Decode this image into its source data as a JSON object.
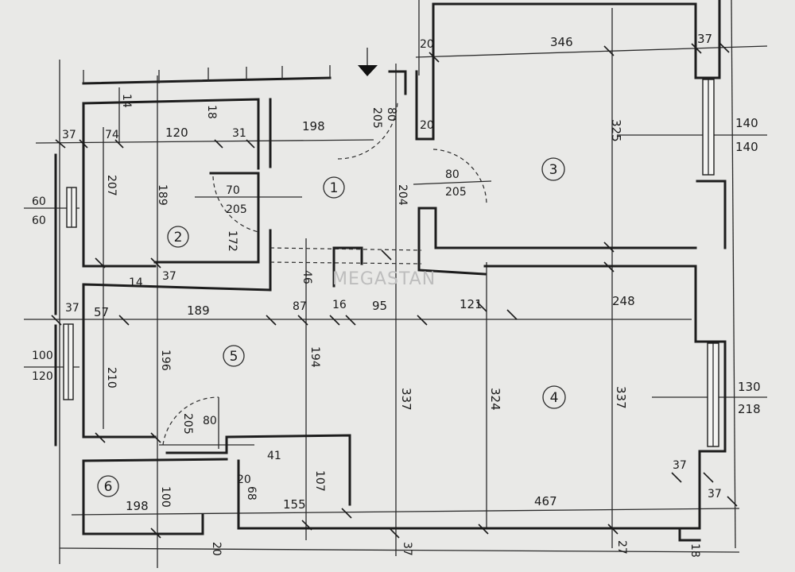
{
  "watermark": "MEGASTAN",
  "rooms": [
    "1",
    "2",
    "3",
    "4",
    "5",
    "6"
  ],
  "dimensions": {
    "d_346": "346",
    "d_37_tr": "37",
    "d_20_a": "20",
    "d_20_b": "20",
    "d_325": "325",
    "d_140_a": "140",
    "d_140_b": "140",
    "d_37_l": "37",
    "d_74": "74",
    "d_120": "120",
    "d_31": "31",
    "d_198_top": "198",
    "d_205_door1": "205",
    "d_80_door1": "80",
    "d_207": "207",
    "d_189_v": "189",
    "d_60_a": "60",
    "d_60_b": "60",
    "d_70": "70",
    "d_205_door2": "205",
    "d_172": "172",
    "d_80_door3": "80",
    "d_205_door3": "205",
    "d_204": "204",
    "d_14": "14",
    "d_37_mid": "37",
    "d_46": "46",
    "d_37_row": "37",
    "d_57": "57",
    "d_189_h": "189",
    "d_87": "87",
    "d_16": "16",
    "d_95": "95",
    "d_121": "121",
    "d_248": "248",
    "d_100": "100",
    "d_120_w": "120",
    "d_210": "210",
    "d_196": "196",
    "d_194": "194",
    "d_337_a": "337",
    "d_324": "324",
    "d_337_b": "337",
    "d_130": "130",
    "d_218": "218",
    "d_80_door5": "80",
    "d_205_door5": "205",
    "d_41": "41",
    "d_107": "107",
    "d_68": "68",
    "d_20_c": "20",
    "d_198_bot": "198",
    "d_100_b": "100",
    "d_155": "155",
    "d_467": "467",
    "d_37_br1": "37",
    "d_37_br2": "37",
    "d_20_bot": "20",
    "d_37_bot": "37",
    "d_27": "27",
    "d_18": "18",
    "d_14_top": "14",
    "d_18_top": "18"
  }
}
